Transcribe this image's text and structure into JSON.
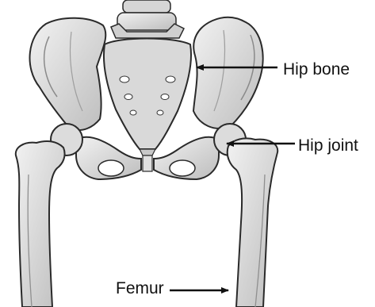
{
  "labels": {
    "hip_bone": "Hip bone",
    "hip_joint": "Hip joint",
    "femur": "Femur"
  },
  "colors": {
    "bone_fill": "#e4e4e4",
    "bone_shade": "#9a9a9a",
    "outline": "#2a2a2a",
    "text": "#111111"
  }
}
